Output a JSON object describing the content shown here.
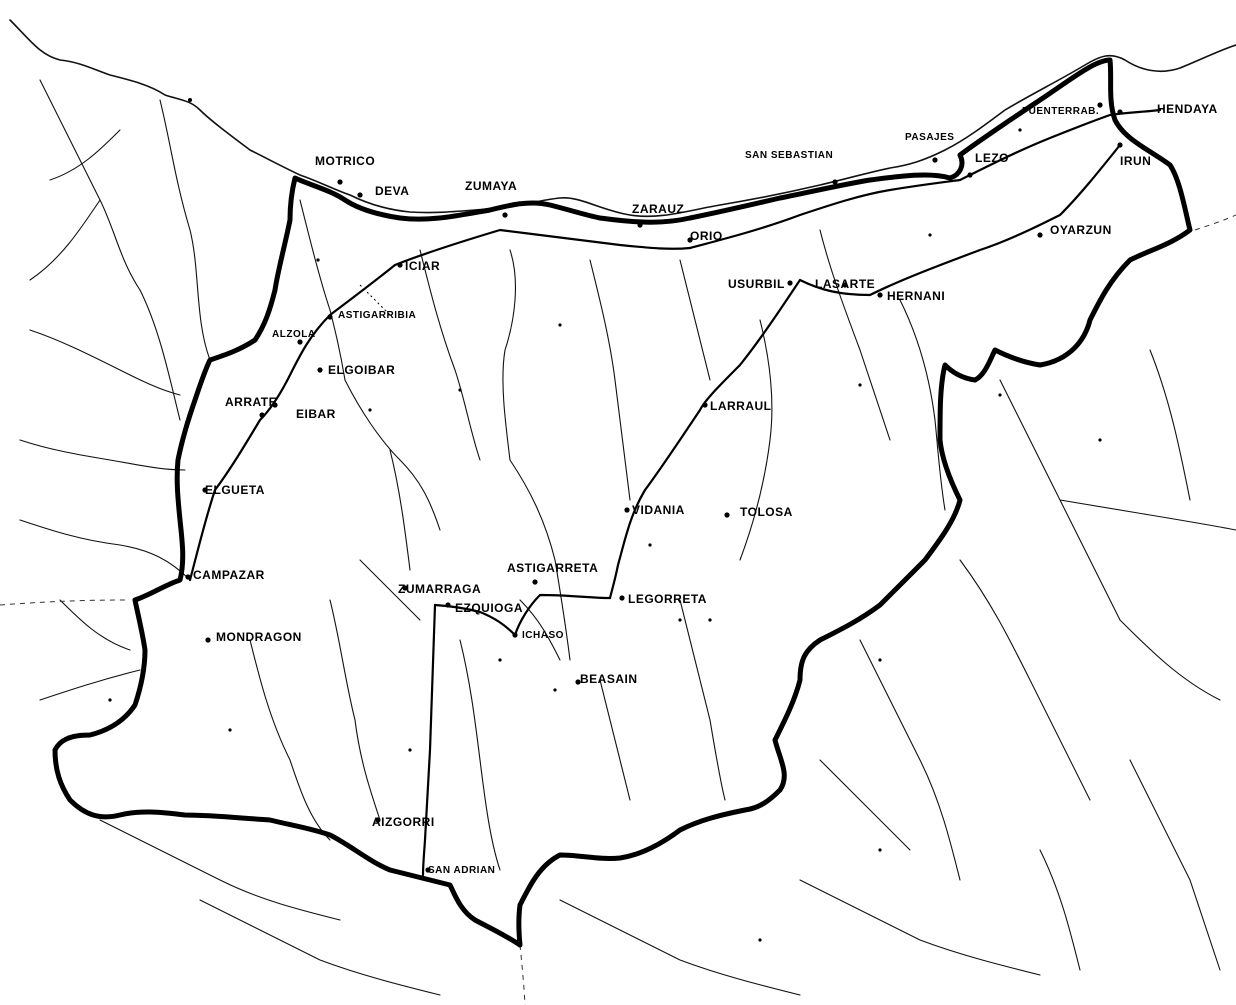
{
  "map": {
    "towns": [
      {
        "id": "motrico",
        "label": "MOTRICO"
      },
      {
        "id": "deva",
        "label": "DEVA"
      },
      {
        "id": "zumaya",
        "label": "ZUMAYA"
      },
      {
        "id": "zarauz",
        "label": "ZARAUZ"
      },
      {
        "id": "orio",
        "label": "ORIO"
      },
      {
        "id": "san-sebastian",
        "label": "SAN SEBASTIAN"
      },
      {
        "id": "pasajes",
        "label": "PASAJES"
      },
      {
        "id": "lezo",
        "label": "LEZO"
      },
      {
        "id": "fuenterrabia",
        "label": "FUENTERRAB."
      },
      {
        "id": "hendaya",
        "label": "HENDAYA"
      },
      {
        "id": "irun",
        "label": "IRUN"
      },
      {
        "id": "oyarzun",
        "label": "OYARZUN"
      },
      {
        "id": "hernani",
        "label": "HERNANI"
      },
      {
        "id": "lasarte",
        "label": "LASARTE"
      },
      {
        "id": "usurbil",
        "label": "USURBIL"
      },
      {
        "id": "iciar",
        "label": "ICIAR"
      },
      {
        "id": "astigarribia",
        "label": "ASTIGARRIBIA"
      },
      {
        "id": "alzola",
        "label": "ALZOLA"
      },
      {
        "id": "elgoibar",
        "label": "ELGOIBAR"
      },
      {
        "id": "arrate",
        "label": "ARRATE"
      },
      {
        "id": "eibar",
        "label": "EIBAR"
      },
      {
        "id": "elgueta",
        "label": "ELGUETA"
      },
      {
        "id": "campazar",
        "label": "CAMPAZAR"
      },
      {
        "id": "mondragon",
        "label": "MONDRAGON"
      },
      {
        "id": "larraul",
        "label": "LARRAUL"
      },
      {
        "id": "vidania",
        "label": "VIDANIA"
      },
      {
        "id": "tolosa",
        "label": "TOLOSA"
      },
      {
        "id": "zumarraga",
        "label": "ZUMARRAGA"
      },
      {
        "id": "astigarreta",
        "label": "ASTIGARRETA"
      },
      {
        "id": "ezquioga",
        "label": "EZQUIOGA"
      },
      {
        "id": "ichaso",
        "label": "ICHASO"
      },
      {
        "id": "legorreta",
        "label": "LEGORRETA"
      },
      {
        "id": "beasain",
        "label": "BEASAIN"
      },
      {
        "id": "aizgorri",
        "label": "AIZGORRI"
      },
      {
        "id": "san-adrian",
        "label": "SAN ADRIAN"
      }
    ]
  }
}
